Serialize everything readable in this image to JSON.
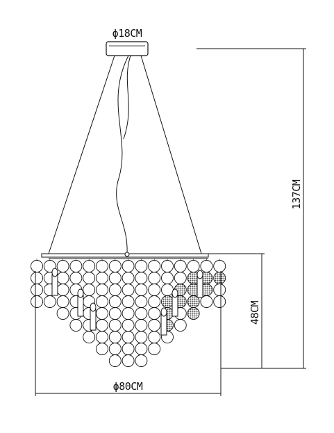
{
  "dimensions": {
    "canopy_diameter": "ϕ18CM",
    "overall_height": "137CM",
    "body_height": "48CM",
    "body_diameter": "ϕ80CM"
  },
  "colors": {
    "line": "#111111",
    "bead_fill": "#ffffff",
    "textured_bead": "#555555",
    "background": "#ffffff"
  }
}
